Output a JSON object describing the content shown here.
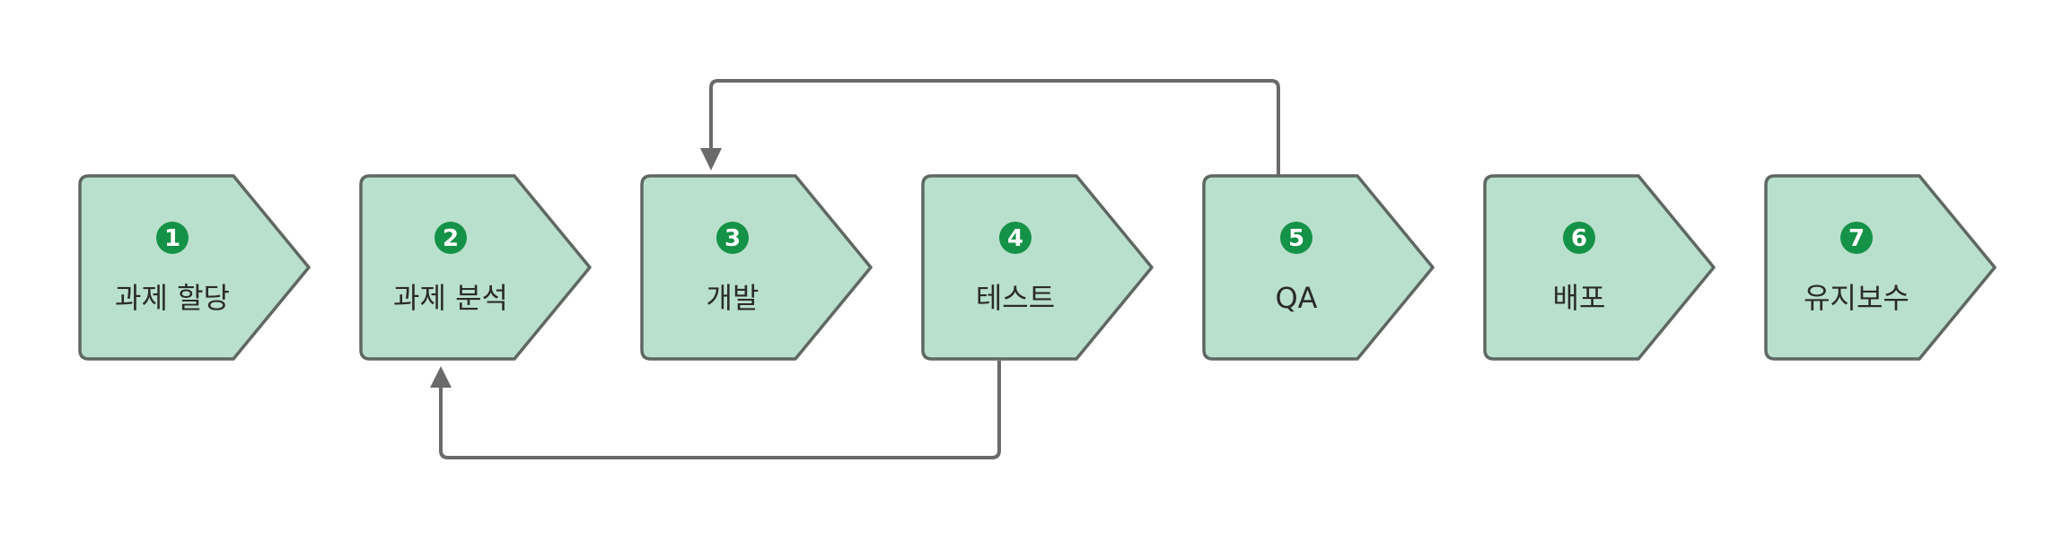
{
  "steps": [
    {
      "number": "1",
      "label": "과제 할당"
    },
    {
      "number": "2",
      "label": "과제 분석"
    },
    {
      "number": "3",
      "label": "개발"
    },
    {
      "number": "4",
      "label": "테스트"
    },
    {
      "number": "5",
      "label": "QA"
    },
    {
      "number": "6",
      "label": "배포"
    },
    {
      "number": "7",
      "label": "유지보수"
    }
  ],
  "connectors": [
    {
      "from": "5",
      "to": "3",
      "side": "top"
    },
    {
      "from": "4",
      "to": "2",
      "side": "bottom"
    }
  ],
  "colors": {
    "step_fill": "#b9e0cc",
    "step_border": "#5f6763",
    "badge": "#149247",
    "connector": "#6a6a6a"
  }
}
